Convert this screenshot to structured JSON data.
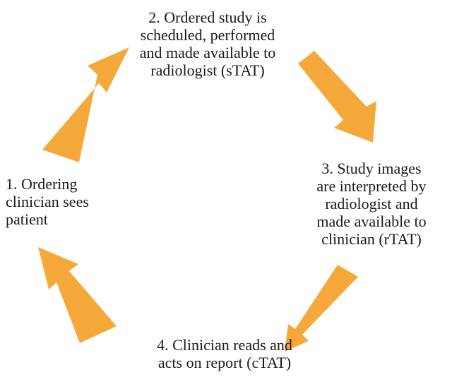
{
  "colors": {
    "arrow": "#F5A93A",
    "text": "#1a1a1a",
    "background": "#ffffff"
  },
  "steps": [
    {
      "lines": [
        "1. Ordering",
        "clinician sees",
        "patient"
      ]
    },
    {
      "lines": [
        "2. Ordered study is",
        "scheduled, performed",
        "and made available to",
        "radiologist (sTAT)"
      ]
    },
    {
      "lines": [
        "3. Study images",
        "are interpreted by",
        "radiologist and",
        "made available to",
        "clinician (rTAT)"
      ]
    },
    {
      "lines": [
        "4. Clinician reads and",
        "acts on report (cTAT)"
      ]
    }
  ]
}
